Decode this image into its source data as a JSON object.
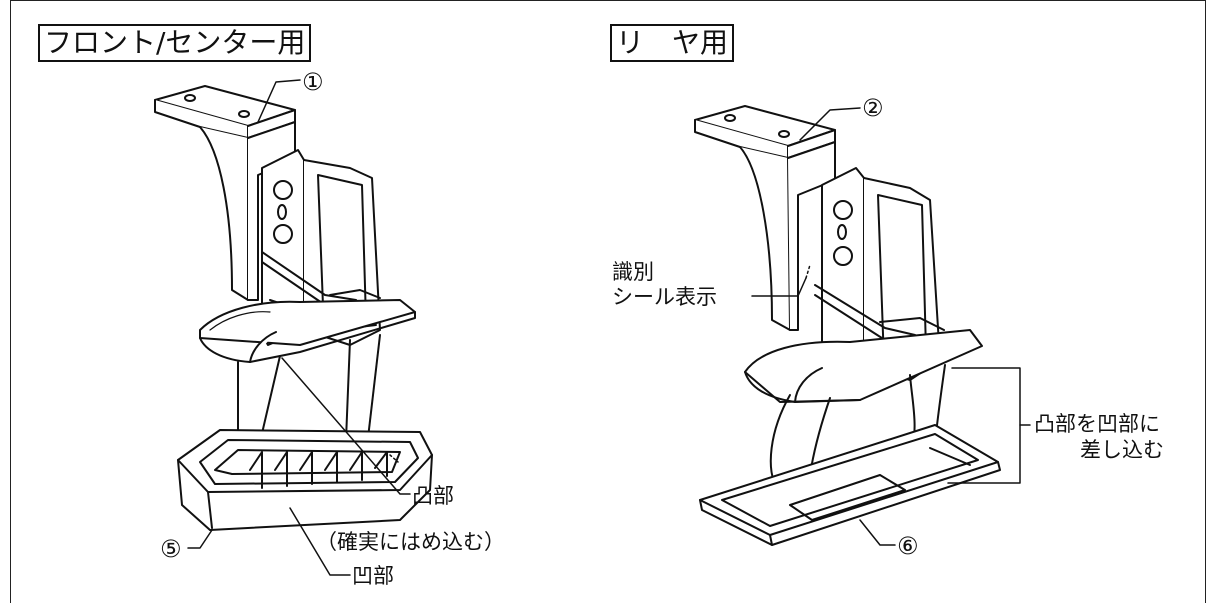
{
  "left": {
    "title": "フロント/センター用",
    "part_number_top": "①",
    "part_number_base": "⑤",
    "label_convex": "凸部",
    "label_note": "（確実にはめ込む）",
    "label_concave": "凹部"
  },
  "right": {
    "title": "リ　ヤ用",
    "part_number_top": "②",
    "part_number_base": "⑥",
    "label_id_line1": "識別",
    "label_id_line2": "シール表示",
    "label_insert_line1": "凸部を凹部に",
    "label_insert_line2": "差し込む"
  }
}
